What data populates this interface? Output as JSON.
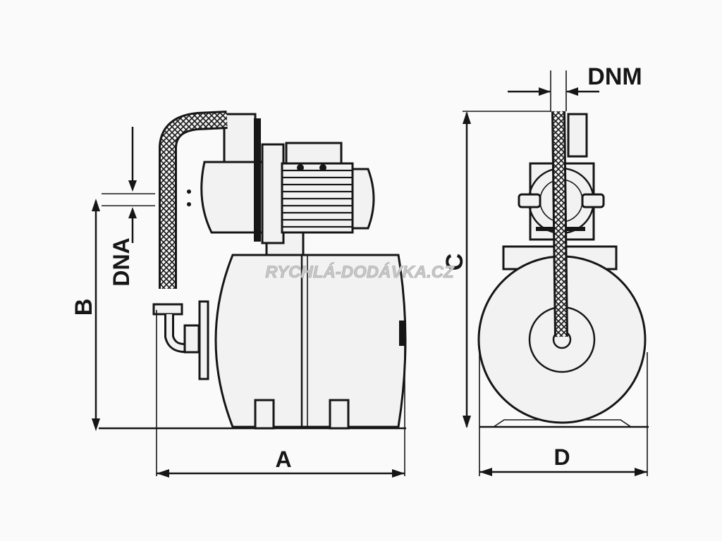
{
  "labels": {
    "a": "A",
    "b": "B",
    "c": "C",
    "d": "D",
    "dna": "DNA",
    "dnm": "DNM"
  },
  "watermark": "RYCHLÁ-DODÁVKA.CZ",
  "colors": {
    "ink": "#161616",
    "paper": "#fafafa",
    "watermark": "#c8c8c8"
  }
}
